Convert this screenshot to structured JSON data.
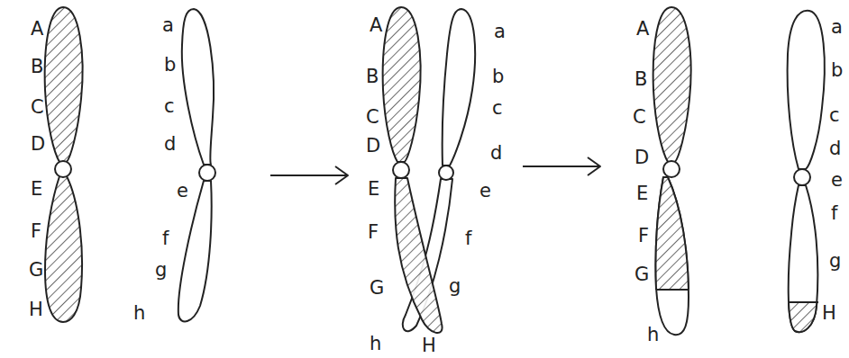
{
  "diagram": {
    "labels": [
      "A",
      "B",
      "C",
      "D",
      "E",
      "F",
      "G",
      "H",
      "a",
      "b",
      "c",
      "d",
      "e",
      "f",
      "g",
      "h",
      "A",
      "B",
      "C",
      "D",
      "E",
      "F",
      "G",
      "h",
      "H",
      "a",
      "b",
      "c",
      "d",
      "e",
      "f",
      "g",
      "A",
      "B",
      "C",
      "D",
      "E",
      "F",
      "G",
      "h",
      "a",
      "b",
      "c",
      "d",
      "e",
      "f",
      "g",
      "H"
    ]
  }
}
